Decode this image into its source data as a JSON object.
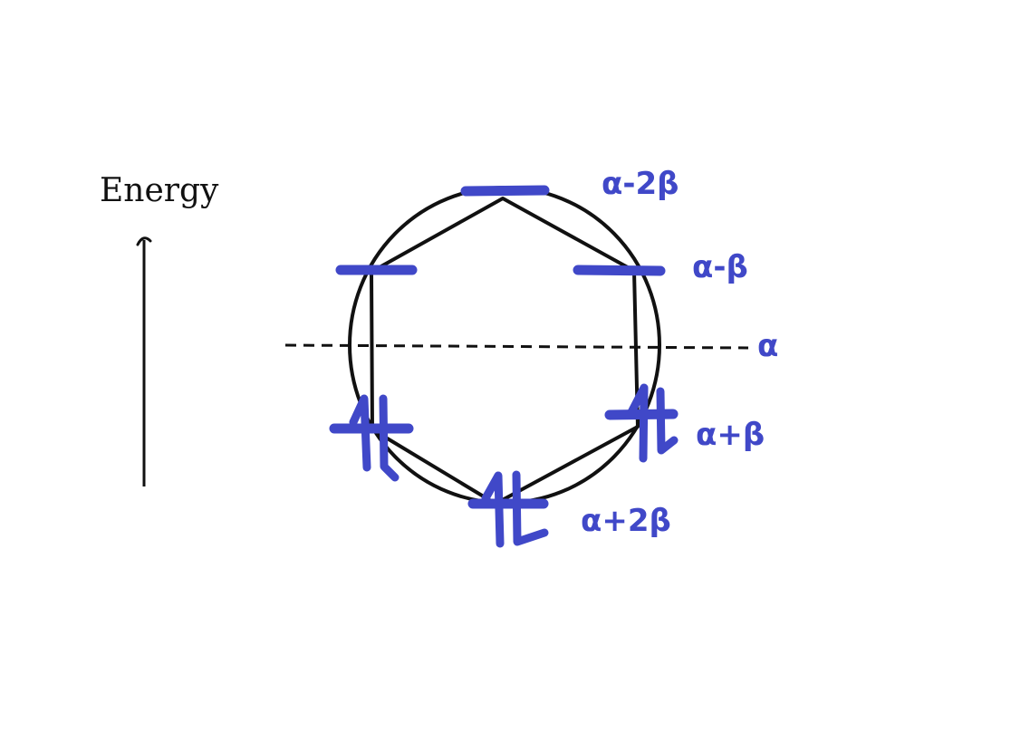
{
  "energy_axis": {
    "label": "Energy"
  },
  "reference_level": {
    "label": "α"
  },
  "levels": [
    {
      "label": "α-2β",
      "electrons": 0
    },
    {
      "label": "α-β",
      "electrons": 0
    },
    {
      "label": "α-β",
      "electrons": 0
    },
    {
      "label": "α+β",
      "electrons": 2
    },
    {
      "label": "α+β",
      "electrons": 2
    },
    {
      "label": "α+2β",
      "electrons": 2
    }
  ],
  "colors": {
    "level": "#4048c8",
    "electron": "#4048c8",
    "label": "#4048c8",
    "outline": "#111111"
  }
}
